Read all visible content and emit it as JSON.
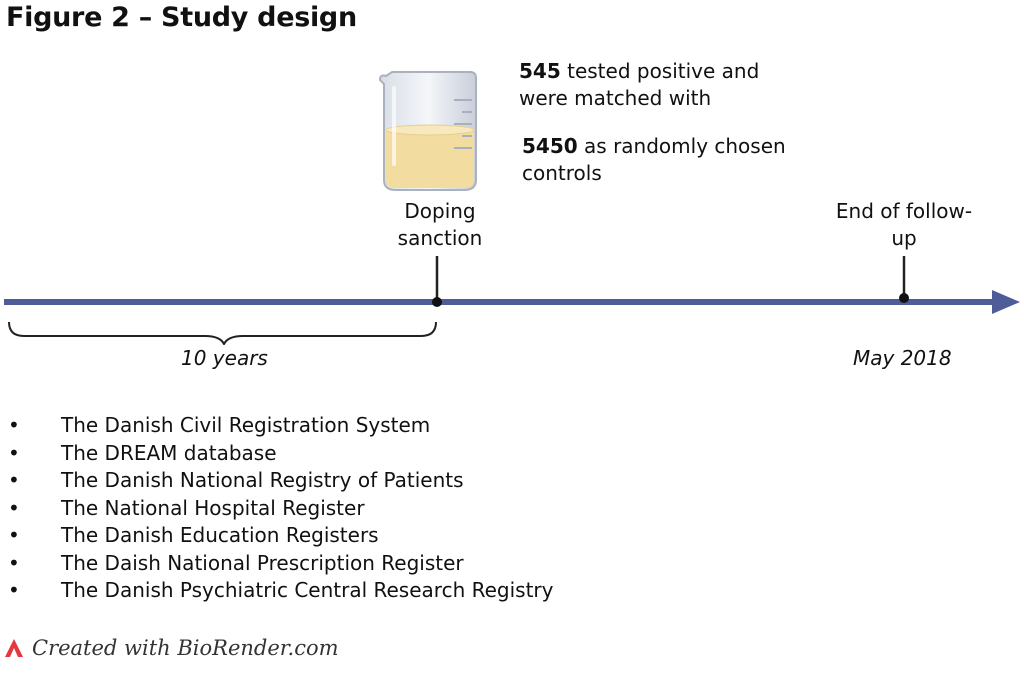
{
  "title": "Figure 2 – Study design",
  "cases": {
    "count": "545",
    "text": " tested positive and",
    "line2": "were matched with"
  },
  "controls": {
    "count": "5450",
    "text": " as randomly chosen",
    "line2": "controls"
  },
  "markers": {
    "sanction": {
      "line1": "Doping",
      "line2": "sanction"
    },
    "end": {
      "line1": "End of follow-",
      "line2": "up"
    }
  },
  "period": "10 years",
  "end_date": "May 2018",
  "bullet": "•",
  "sources": [
    "The Danish Civil Registration System",
    "The DREAM database",
    "The Danish National Registry of Patients",
    "The National Hospital Register",
    "The Danish Education Registers",
    "The Daish National Prescription Register",
    "The Danish Psychiatric Central Research Registry"
  ],
  "footer": "Created with BioRender.com",
  "colors": {
    "timeline": "#4e5d97",
    "liquid": "#f2dca0",
    "brand": "#e5373f"
  },
  "icons": {
    "beaker": "beaker-icon",
    "brand": "biorender-logo-icon"
  }
}
